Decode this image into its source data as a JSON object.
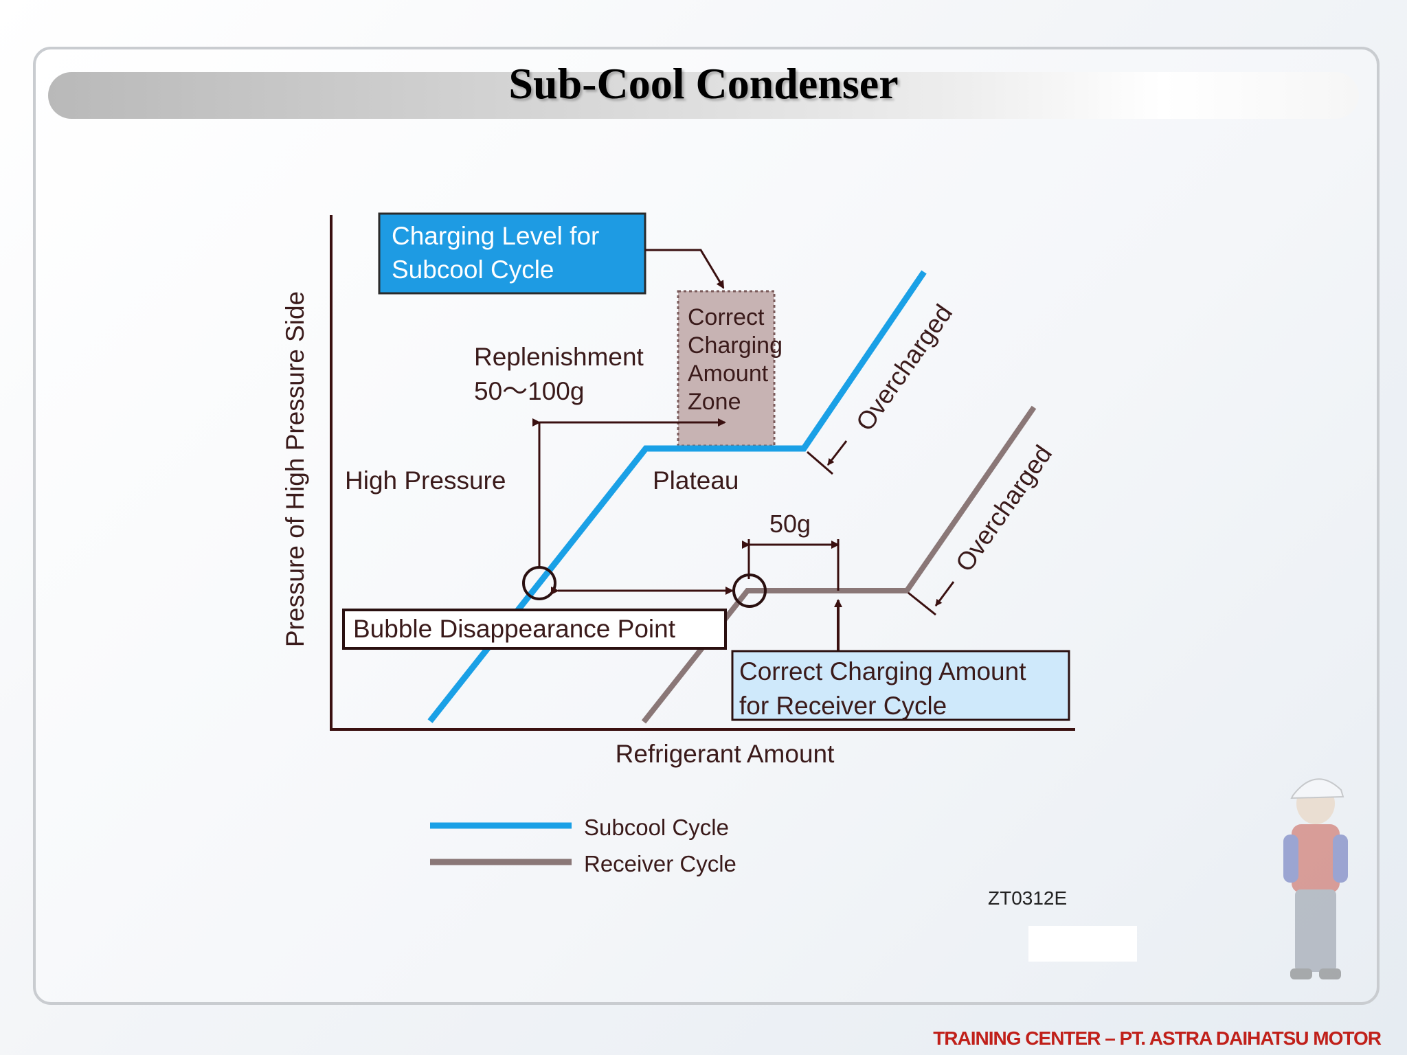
{
  "slide": {
    "title": "Sub-Cool Condenser",
    "footer": "TRAINING CENTER – PT. ASTRA DAIHATSU MOTOR"
  },
  "diagram": {
    "y_axis_label": "Pressure of High Pressure Side",
    "x_axis_label": "Refrigerant Amount",
    "box_subcool_line1": "Charging Level for",
    "box_subcool_line2": "Subcool Cycle",
    "zone_line1": "Correct",
    "zone_line2": "Charging",
    "zone_line3": "Amount",
    "zone_line4": "Zone",
    "replenishment": "Replenishment",
    "replenishment_amount": "50～100g",
    "high_pressure": "High Pressure",
    "plateau": "Plateau",
    "overcharged_subcool": "Overcharged",
    "overcharged_receiver": "Overcharged",
    "fifty_g": "50g",
    "bubble_point": "Bubble Disappearance Point",
    "box_receiver_line1": "Correct Charging Amount",
    "box_receiver_line2": "for Receiver Cycle",
    "code": "ZT0312E",
    "legend": [
      {
        "label": "Subcool Cycle",
        "color": "#1aa0e6"
      },
      {
        "label": "Receiver Cycle",
        "color": "#8a7777"
      }
    ]
  },
  "colors": {
    "subcool_line": "#1aa0e6",
    "receiver_line": "#8a7777",
    "subcool_box": "#1e9be3",
    "receiver_box": "#cfe9fb",
    "zone_fill": "#c7b3b3",
    "footer_text": "#c0201a"
  }
}
